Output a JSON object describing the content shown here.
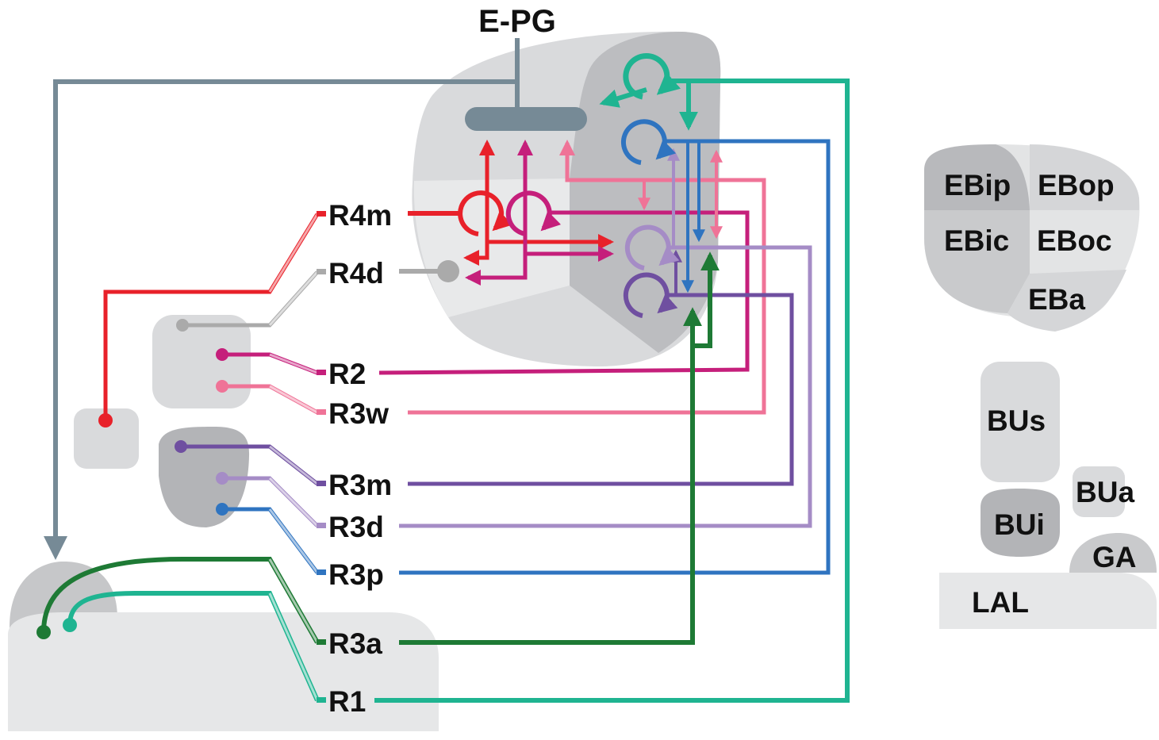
{
  "title": "E-PG",
  "neurons": {
    "r4m": "R4m",
    "r4d": "R4d",
    "r2": "R2",
    "r3w": "R3w",
    "r3m": "R3m",
    "r3d": "R3d",
    "r3p": "R3p",
    "r3a": "R3a",
    "r1": "R1"
  },
  "legend": {
    "eb": {
      "ebip": "EBip",
      "ebop": "EBop",
      "ebic": "EBic",
      "eboc": "EBoc",
      "eba": "EBa"
    },
    "bu": {
      "bus": "BUs",
      "bua": "BUa",
      "bui": "BUi",
      "ga": "GA",
      "lal": "LAL"
    }
  },
  "colors": {
    "epg": "#768a96",
    "r4m": "#e8212a",
    "r4d": "#aaaaaa",
    "r2": "#c51f7b",
    "r3w": "#ef7397",
    "r3m": "#6f4fa0",
    "r3d": "#a58cc6",
    "r3p": "#2f74c0",
    "r3a": "#1e7a35",
    "r1": "#1fb491"
  }
}
